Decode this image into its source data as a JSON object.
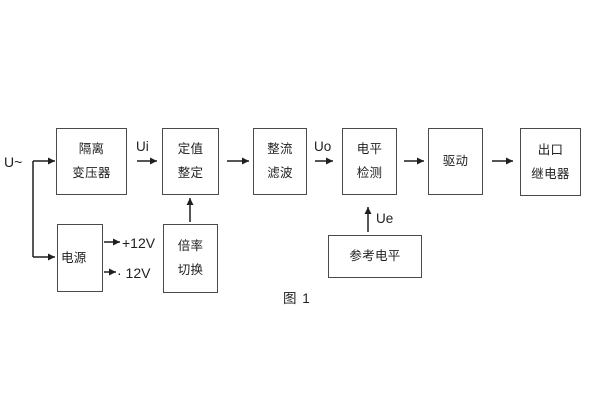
{
  "figure": {
    "caption": "图 1",
    "input_label": "U~",
    "labels": {
      "ui": "Ui",
      "uo": "Uo",
      "ue": "Ue",
      "plus12": "+12V",
      "minus12": "· 12V"
    },
    "blocks": {
      "isolation_transformer": {
        "line1": "隔离",
        "line2": "变压器"
      },
      "value_setting": {
        "line1": "定值",
        "line2": "整定"
      },
      "rectifier_filter": {
        "line1": "整流",
        "line2": "滤波"
      },
      "level_detection": {
        "line1": "电平",
        "line2": "检测"
      },
      "drive": {
        "line1": "驱动"
      },
      "output_relay": {
        "line1": "出口",
        "line2": "继电器"
      },
      "power_supply": {
        "line1": "电源"
      },
      "ratio_switch": {
        "line1": "倍率",
        "line2": "切换"
      },
      "reference_level": {
        "line1": "参考电平"
      }
    },
    "colors": {
      "background": "#ffffff",
      "box_border": "#4a4a4a",
      "connector": "#1f1f1f",
      "text": "#1f1f1f"
    }
  }
}
